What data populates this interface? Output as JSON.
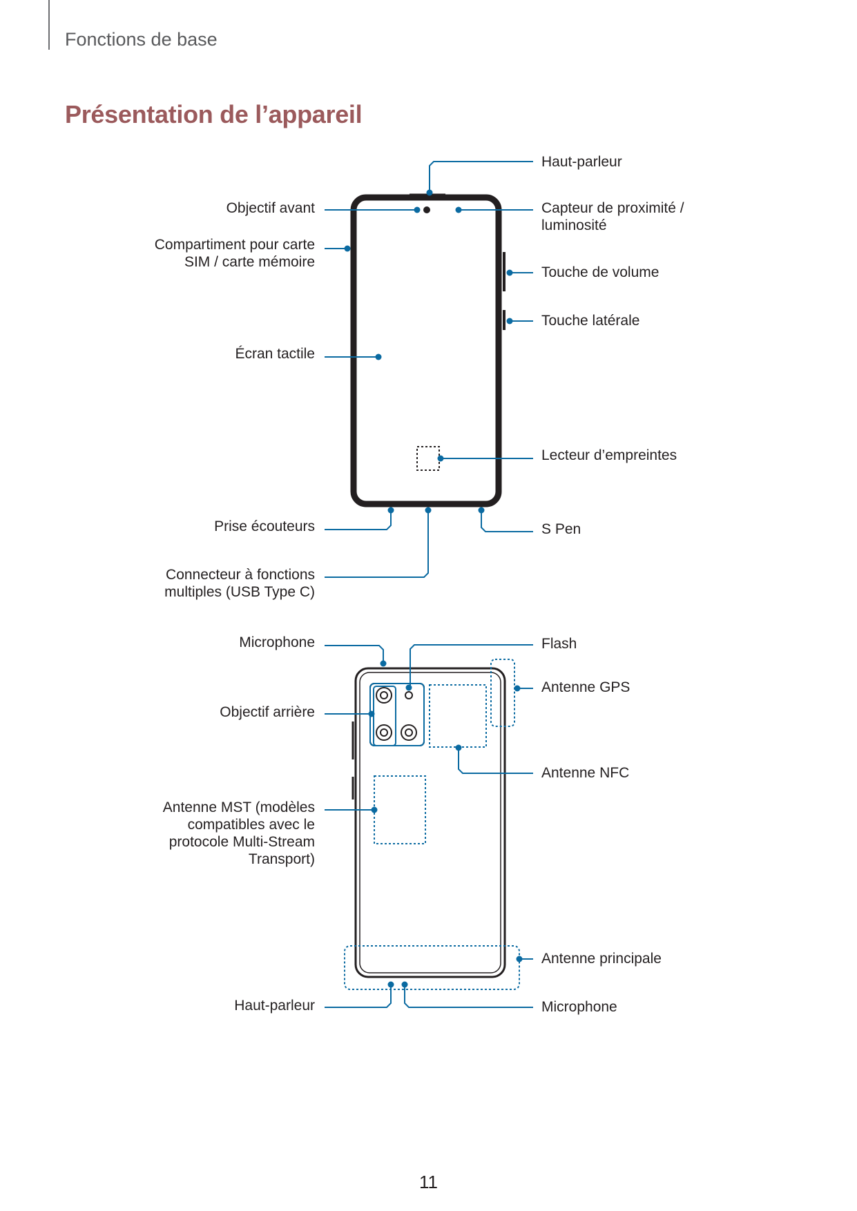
{
  "header": {
    "section": "Fonctions de base"
  },
  "title": "Présentation de l’appareil",
  "page_number": "11",
  "front": {
    "haut_parleur": "Haut-parleur",
    "objectif_avant": "Objectif avant",
    "capteur_line1": "Capteur de proximité /",
    "capteur_line2": "luminosité",
    "carte_line1": "Compartiment pour carte",
    "carte_line2": "SIM / carte mémoire",
    "touche_volume": "Touche de volume",
    "touche_laterale": "Touche latérale",
    "ecran_tactile": "Écran tactile",
    "lecteur_empreintes": "Lecteur d’empreintes",
    "prise_ecouteurs": "Prise écouteurs",
    "s_pen": "S Pen",
    "connecteur_line1": "Connecteur à fonctions",
    "connecteur_line2": "multiples (USB Type C)"
  },
  "back": {
    "microphone_top": "Microphone",
    "flash": "Flash",
    "antenne_gps": "Antenne GPS",
    "objectif_arriere": "Objectif arrière",
    "antenne_nfc": "Antenne NFC",
    "mst_line1": "Antenne MST (modèles",
    "mst_line2": "compatibles avec le",
    "mst_line3": "protocole Multi-Stream",
    "mst_line4": "Transport)",
    "antenne_principale": "Antenne principale",
    "haut_parleur_bottom": "Haut-parleur",
    "microphone_bottom": "Microphone"
  },
  "colors": {
    "title": "#9b5a5c",
    "callout": "#0a6aa1",
    "device": "#231f20"
  }
}
